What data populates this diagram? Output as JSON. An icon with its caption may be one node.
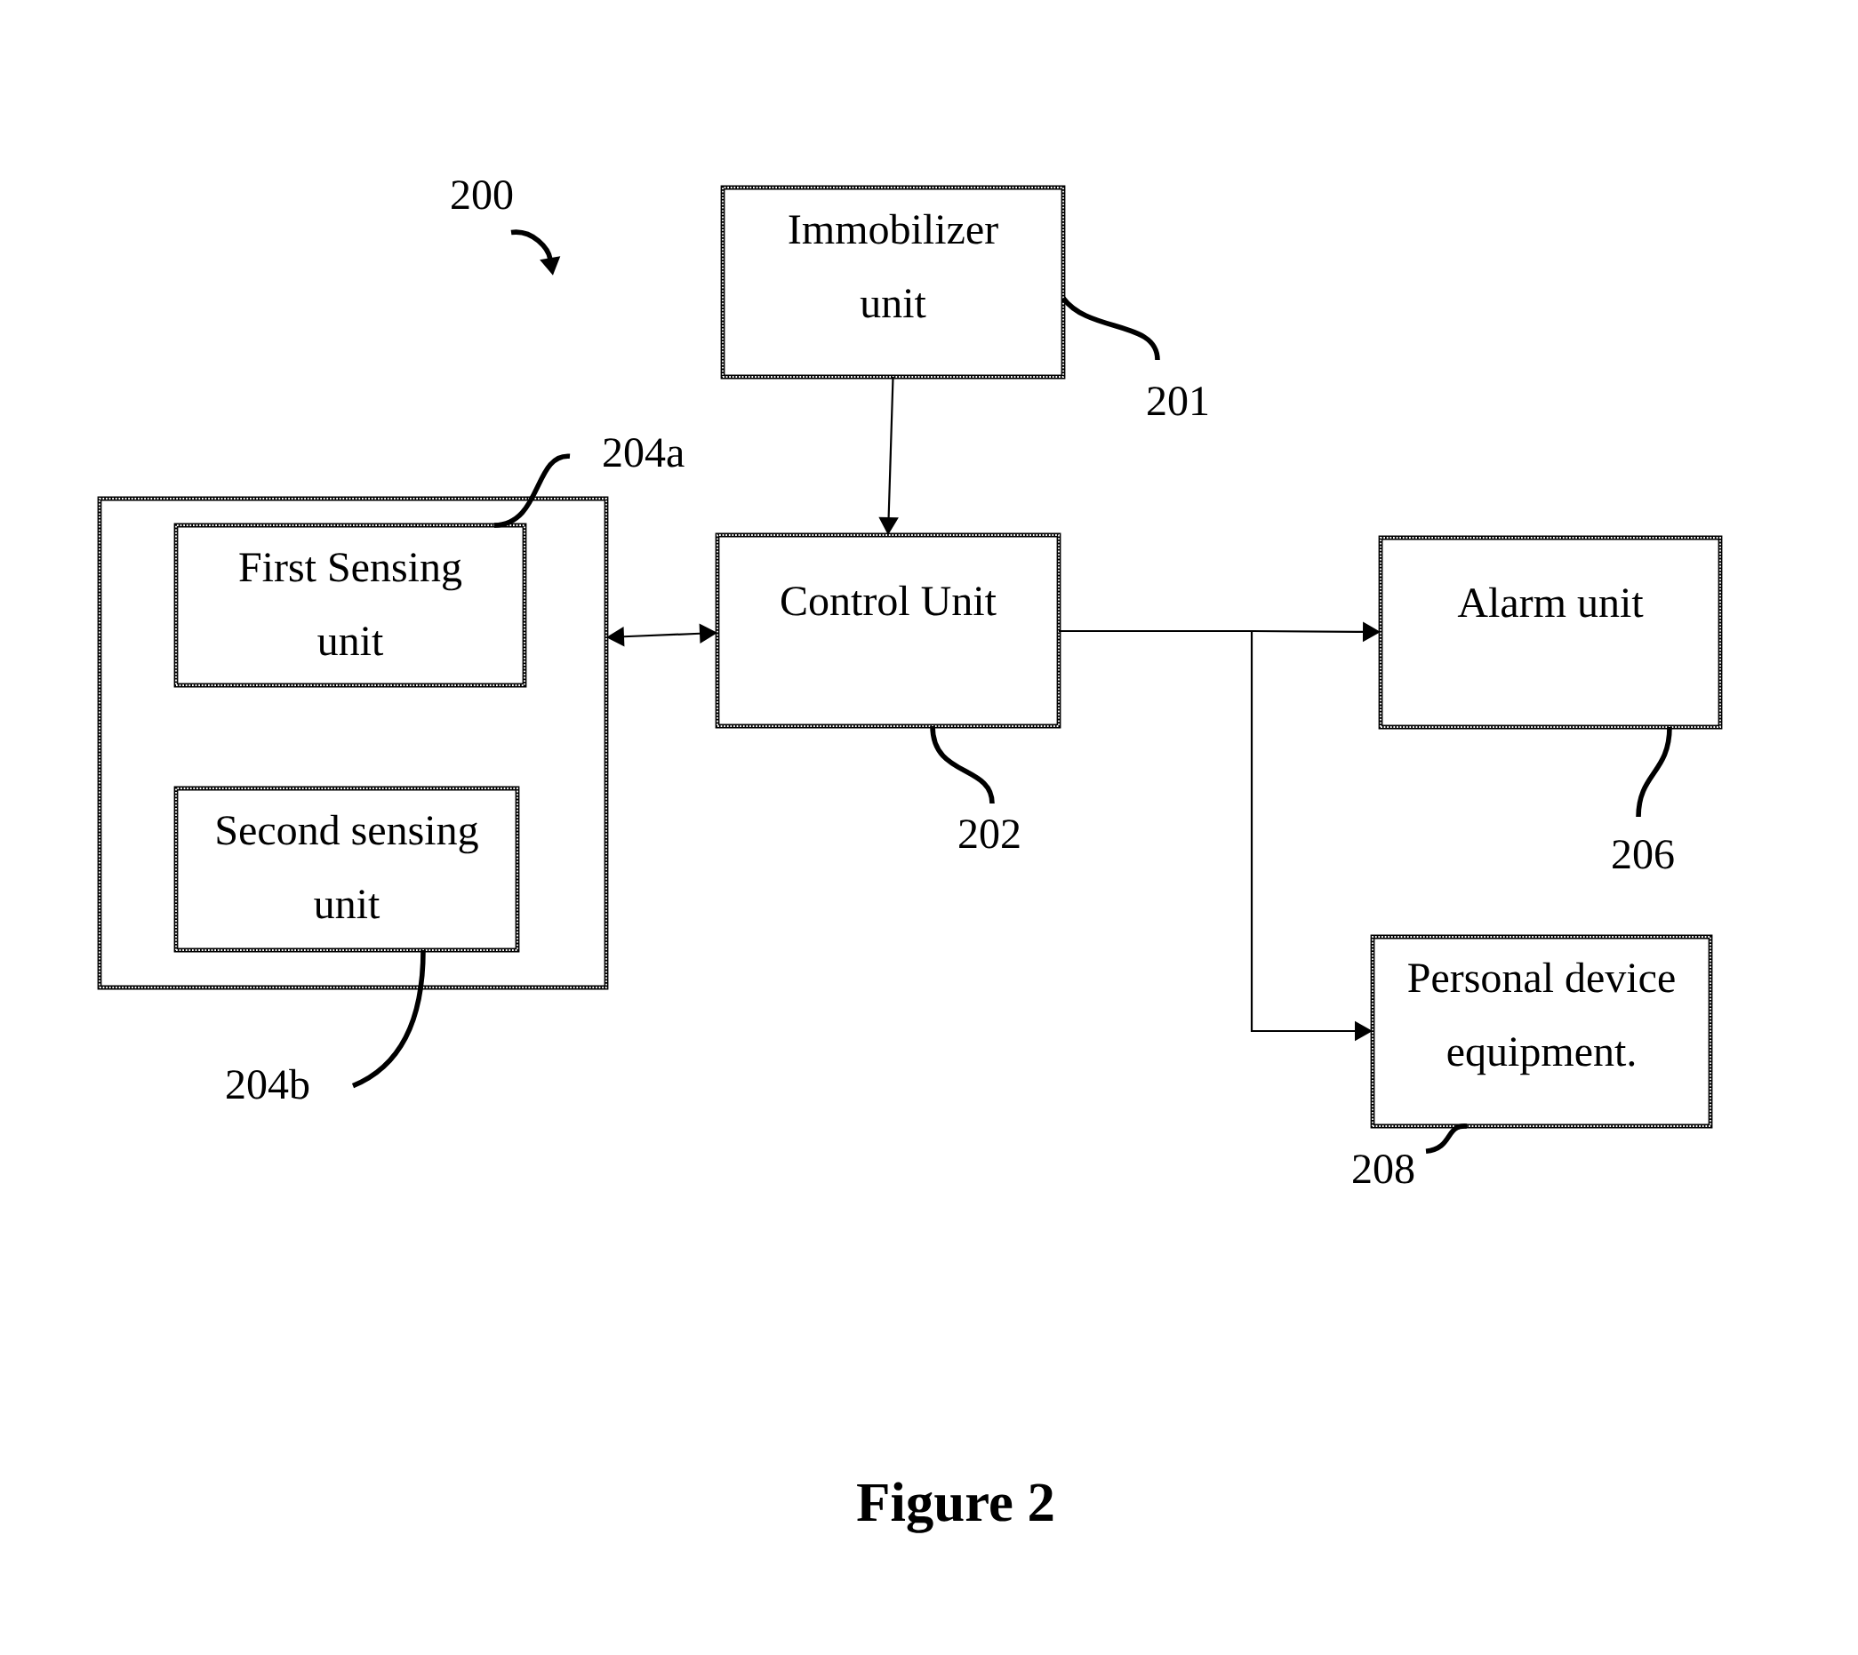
{
  "diagram": {
    "caption": "Figure 2",
    "nodes": [
      {
        "text": [
          "200"
        ]
      },
      {
        "text": [
          "Immobilizer unit"
        ]
      },
      {
        "text": [
          "201"
        ]
      },
      {
        "text": [
          "204a"
        ]
      },
      {
        "text": [],
        "shape": "box"
      },
      {
        "text": [
          "First Sensing unit"
        ],
        "in": 4
      },
      {
        "text": [
          "Control Unit"
        ]
      },
      {
        "text": [
          "Alarm unit"
        ]
      },
      {
        "text": [
          "Second sensing unit"
        ],
        "in": 4
      },
      {
        "text": [
          "202"
        ]
      },
      {
        "text": [
          "206"
        ]
      },
      {
        "text": [
          "Personal device equipment."
        ]
      },
      {
        "text": [
          "204b"
        ]
      },
      {
        "text": [
          "208"
        ]
      }
    ],
    "edges": [
      {
        "from": 0,
        "to": null,
        "arrow": "to"
      },
      {
        "from": 2,
        "to": 1,
        "arrow": "none"
      },
      {
        "from": 1,
        "to": 6,
        "arrow": "to"
      },
      {
        "from": 3,
        "to": 5,
        "arrow": "none"
      },
      {
        "from": 4,
        "to": 6,
        "arrow": "both"
      },
      {
        "from": 6,
        "to": 7,
        "arrow": "to"
      },
      {
        "from": 6,
        "to": 11,
        "arrow": "to"
      },
      {
        "from": 9,
        "to": 6,
        "arrow": "none"
      },
      {
        "from": 10,
        "to": 7,
        "arrow": "none"
      },
      {
        "from": 12,
        "to": 8,
        "arrow": "none"
      },
      {
        "from": 13,
        "to": 11,
        "arrow": "none"
      }
    ]
  }
}
